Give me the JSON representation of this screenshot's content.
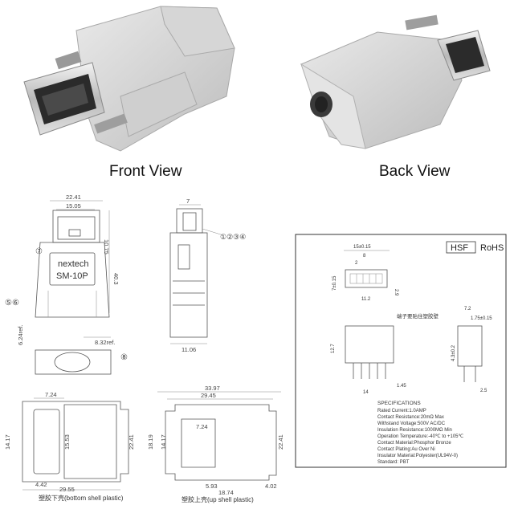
{
  "photo_labels": {
    "front": "Front View",
    "back": "Back View"
  },
  "top_left_drawing": {
    "dims": {
      "width_outer": "22.41",
      "width_inner": "15.05",
      "height_top": "10.75",
      "height_total": "40.3",
      "depth": "8.32ref.",
      "tab": "6.24ref."
    },
    "label_brand": "nextech",
    "label_model": "SM-10P",
    "callout_7": "⑦",
    "callout_56": "⑤⑥",
    "callout_8": "⑧"
  },
  "top_mid_drawing": {
    "dims": {
      "top": "7",
      "bottom": "11.06"
    },
    "callout": "①②③④"
  },
  "spec_drawing": {
    "hsf": "HSF",
    "rohs": "RoHS",
    "dims": {
      "w1": "15±0.15",
      "w2": "8",
      "w3": "2",
      "h1": "7±0.15",
      "h2": "2.9",
      "w4": "11.2",
      "s1": "7.2",
      "s2": "1.75±0.15",
      "h3": "12.7",
      "h4": "4.3±0.2",
      "p1": "1.45",
      "p2": "14",
      "p3": "2.5"
    },
    "note_cn": "端子要贴住塑胶壁",
    "specs_title": "SPECIFICATIONS",
    "specs": [
      "Rated  Current:1.0AMP",
      "Contact  Resistance:20mΩ  Max",
      "Withstand  Voltage:500V  AC/DC",
      "Insulation  Resistance:1000MΩ  Min",
      "Operation  Temperature:-40℃  to  +105℃",
      "Contact  Material:Phosphor  Bronze",
      "Contact  Plating:Au  Over  Ni",
      "Insulator  Material:Polyester(UL94V-0)",
      "Standard:          PBT"
    ]
  },
  "bottom_left_drawing": {
    "dims": {
      "top": "7.24",
      "left": "14.17",
      "mid": "15.53",
      "right": "22.41",
      "bottom1": "4.42",
      "bottom2": "29.55"
    },
    "caption": "塑胶下壳(bottom shell plastic)"
  },
  "bottom_right_drawing": {
    "dims": {
      "top1": "33.97",
      "top2": "29.45",
      "inner": "7.24",
      "left1": "18.19",
      "left2": "14.17",
      "right": "22.41",
      "b1": "5.93",
      "b2": "18.74",
      "b3": "4.02"
    },
    "caption": "塑胶上壳(up shell plastic)"
  }
}
